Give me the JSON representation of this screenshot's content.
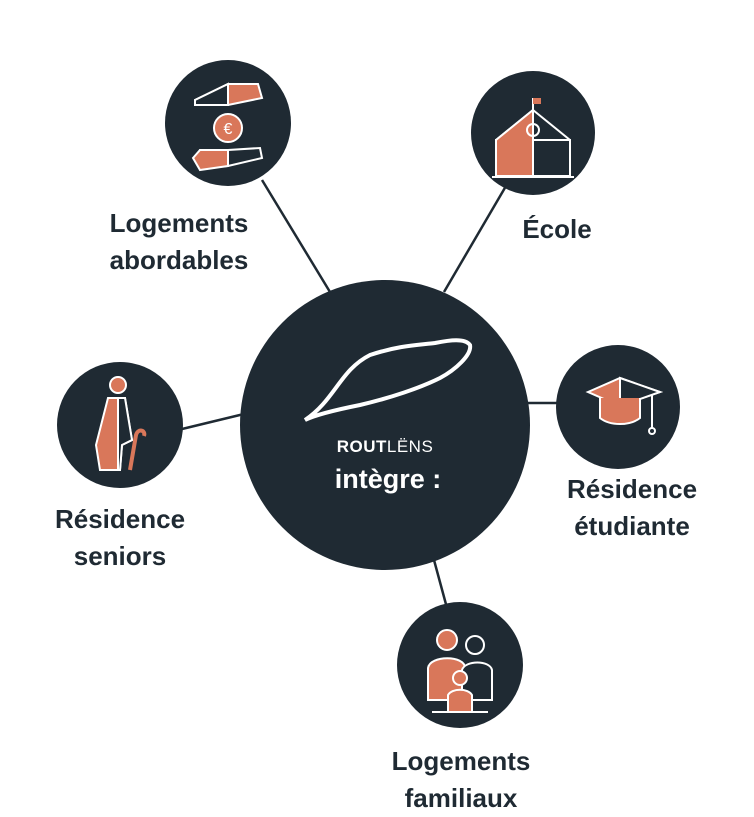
{
  "center": {
    "brand_bold": "ROUT",
    "brand_light": "LËNS",
    "subtitle": "intègre :"
  },
  "nodes": [
    {
      "id": "affordable",
      "label_line1": "Logements",
      "label_line2": "abordables",
      "icon": "hands-euro-icon"
    },
    {
      "id": "school",
      "label_line1": "École",
      "icon": "school-icon"
    },
    {
      "id": "student",
      "label_line1": "Résidence",
      "label_line2": "étudiante",
      "icon": "graduation-cap-icon"
    },
    {
      "id": "seniors",
      "label_line1": "Résidence",
      "label_line2": "seniors",
      "icon": "elderly-person-icon"
    },
    {
      "id": "family",
      "label_line1": "Logements",
      "label_line2": "familiaux",
      "icon": "family-icon"
    }
  ],
  "colors": {
    "dark": "#1f2a33",
    "accent": "#d9775a",
    "line": "#1f2a33"
  }
}
